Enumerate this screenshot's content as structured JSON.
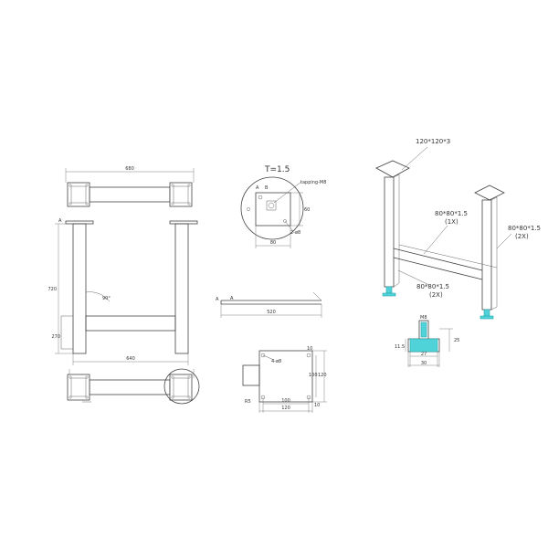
{
  "labels": {
    "top_width": "680",
    "height": "720",
    "inner_height": "270",
    "bottom_width": "640",
    "angle": "90°",
    "mark_a": "A",
    "thickness": "T=1.5",
    "tapping": "tapping-M8",
    "dim_60": "60",
    "dim_80": "80",
    "hole": "2-ø8",
    "section_b": "B",
    "rail_length": "520",
    "holes_4": "4-ø8",
    "plate_100": "100",
    "plate_120": "120",
    "plate_120v": "120",
    "plate_100v": "100",
    "plate_10": "10",
    "plate_10b": "10",
    "dim_r5": "R5",
    "plate_spec": "120*120*3",
    "beam_spec_1": "80*80*1.5",
    "beam_qty_1": "(1X)",
    "beam_spec_2": "80*80*1.5",
    "beam_qty_2": "(2X)",
    "beam_spec_3": "80*80*1.5",
    "beam_qty_3": "(2X)",
    "foot_m8": "M8",
    "foot_115": "11.5",
    "foot_25": "25",
    "foot_27": "27",
    "foot_30": "30"
  }
}
